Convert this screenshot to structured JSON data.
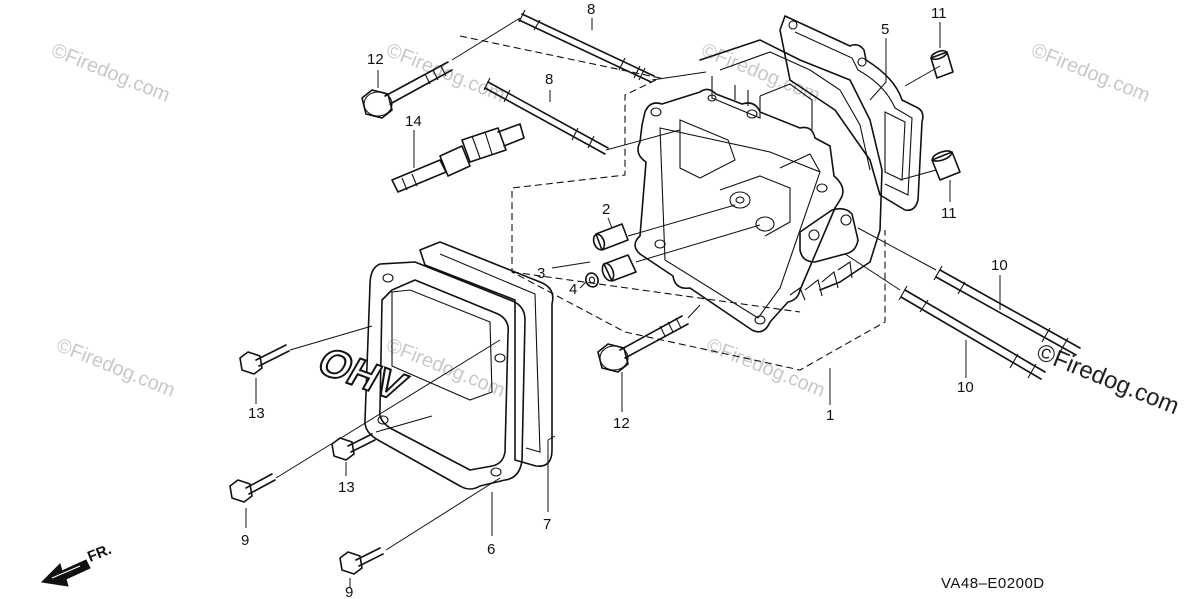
{
  "watermark": {
    "text": "©Firedog.com",
    "corner_text": "©Firedog.com"
  },
  "diagram_code": "VA48–E0200D",
  "direction": {
    "label": "FR.",
    "icon": "arrow-icon"
  },
  "cover_embossing": "OHV",
  "callouts": [
    {
      "id": "callout-1",
      "label": "1"
    },
    {
      "id": "callout-2",
      "label": "2"
    },
    {
      "id": "callout-3",
      "label": "3"
    },
    {
      "id": "callout-4",
      "label": "4"
    },
    {
      "id": "callout-5",
      "label": "5"
    },
    {
      "id": "callout-6",
      "label": "6"
    },
    {
      "id": "callout-7",
      "label": "7"
    },
    {
      "id": "callout-8a",
      "label": "8"
    },
    {
      "id": "callout-8b",
      "label": "8"
    },
    {
      "id": "callout-9a",
      "label": "9"
    },
    {
      "id": "callout-9b",
      "label": "9"
    },
    {
      "id": "callout-10a",
      "label": "10"
    },
    {
      "id": "callout-10b",
      "label": "10"
    },
    {
      "id": "callout-11a",
      "label": "11"
    },
    {
      "id": "callout-11b",
      "label": "11"
    },
    {
      "id": "callout-12a",
      "label": "12"
    },
    {
      "id": "callout-12b",
      "label": "12"
    },
    {
      "id": "callout-13a",
      "label": "13"
    },
    {
      "id": "callout-13b",
      "label": "13"
    },
    {
      "id": "callout-14",
      "label": "14"
    }
  ]
}
